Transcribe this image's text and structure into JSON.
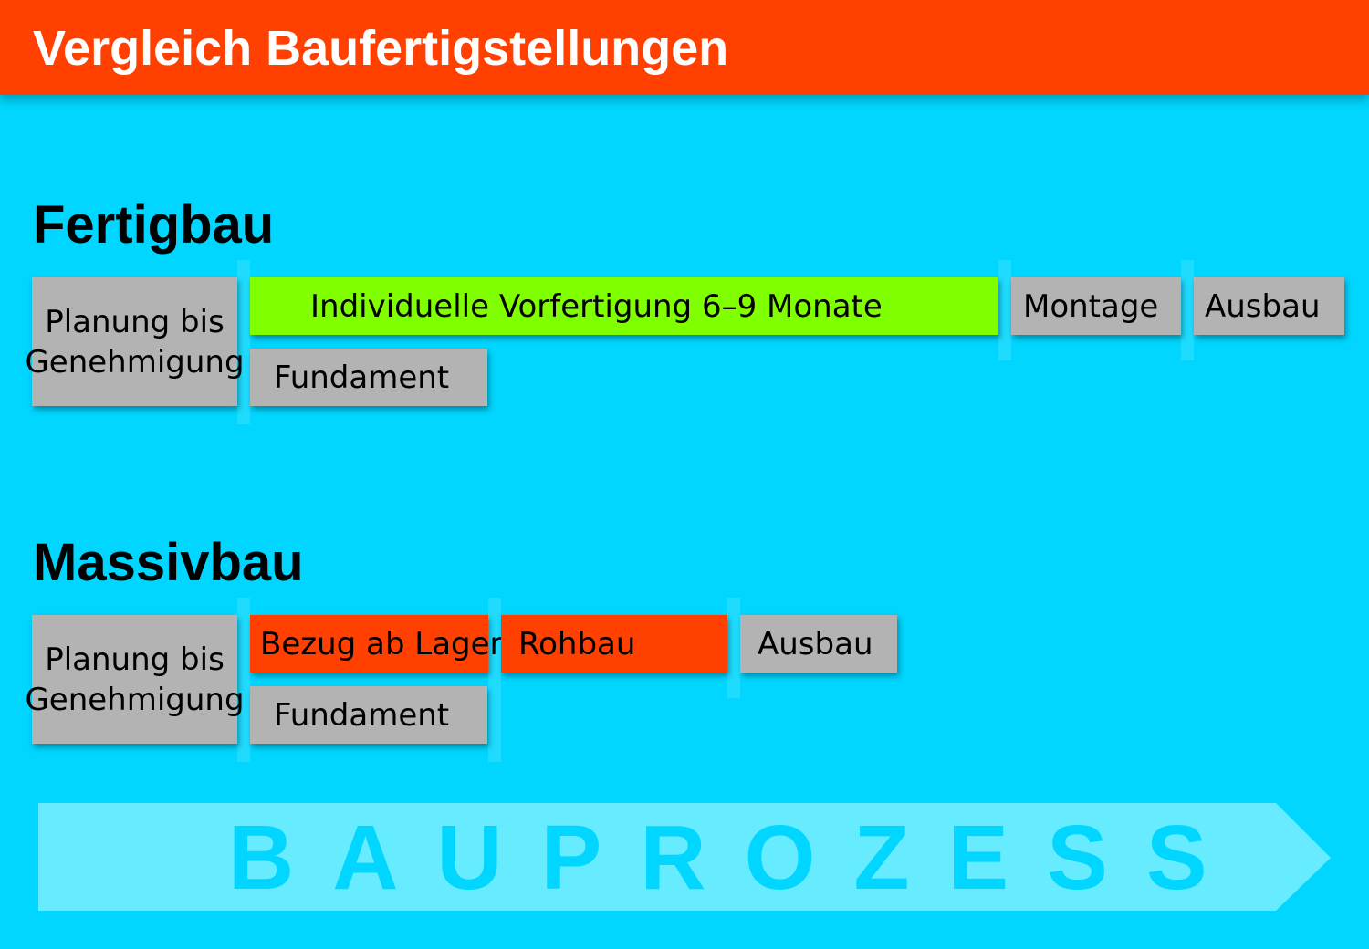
{
  "title": "Vergleich Baufertigstellungen",
  "colors": {
    "background": "#00d6ff",
    "header": "#ff4000",
    "gray_box": "#b3b3b3",
    "green_box": "#80ff00",
    "red_box": "#ff4000",
    "arrow": "#66ebff"
  },
  "fertigbau": {
    "title": "Fertigbau",
    "planung": "Planung bis Genehmigung",
    "vorfertigung": "Individuelle Vorfertigung 6–9 Monate",
    "fundament": "Fundament",
    "montage": "Montage",
    "ausbau": "Ausbau"
  },
  "massivbau": {
    "title": "Massivbau",
    "planung": "Planung bis Genehmigung",
    "bezug": "Bezug ab Lager",
    "rohbau": "Rohbau",
    "ausbau": "Ausbau",
    "fundament": "Fundament"
  },
  "arrow_label": "BAUPROZESS"
}
